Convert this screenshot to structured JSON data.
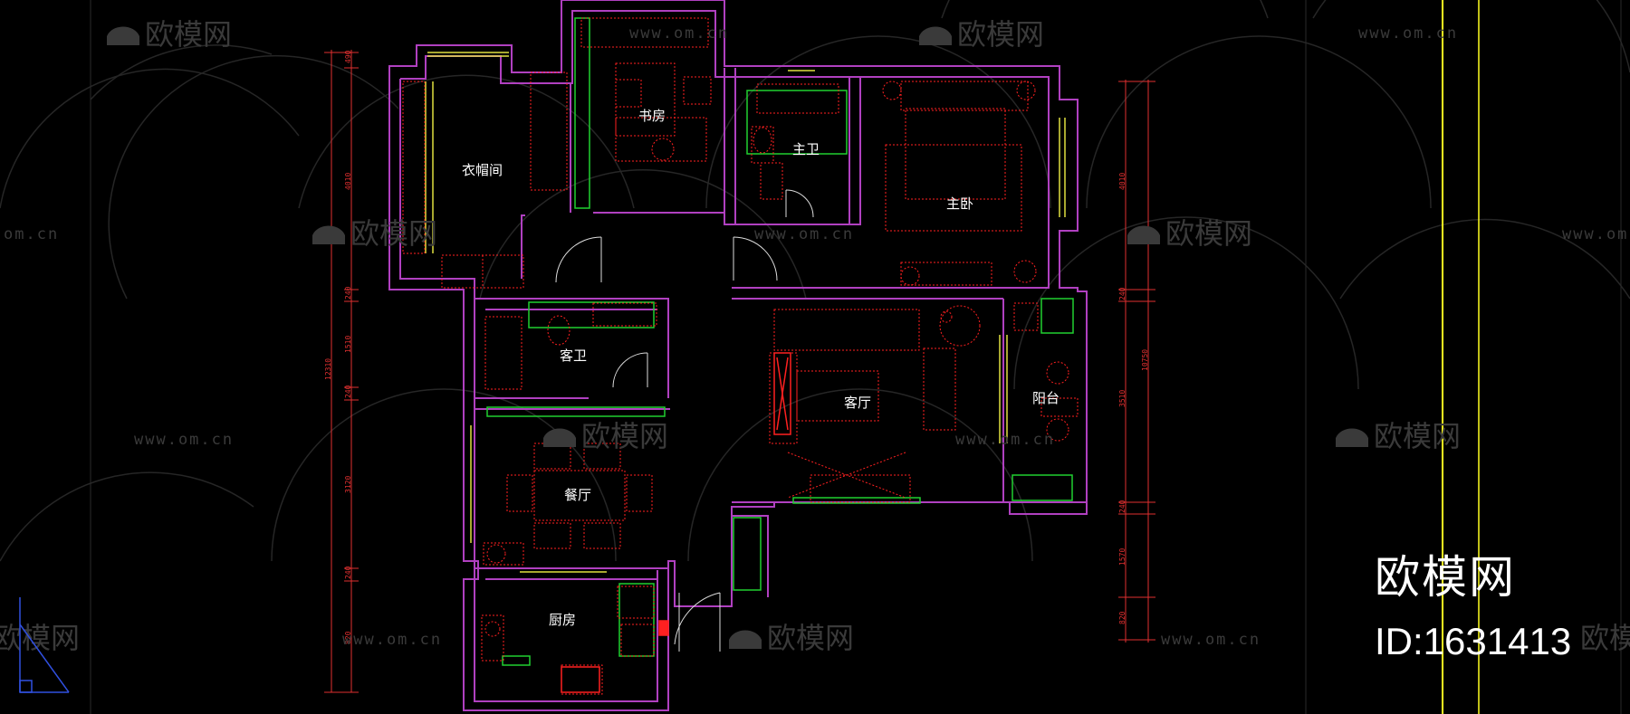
{
  "plan": {
    "rooms": [
      {
        "id": "cloakroom",
        "label": "衣帽间"
      },
      {
        "id": "study",
        "label": "书房"
      },
      {
        "id": "master_bath",
        "label": "主卫"
      },
      {
        "id": "master_bedroom",
        "label": "主卧"
      },
      {
        "id": "guest_bath",
        "label": "客卫"
      },
      {
        "id": "living_room",
        "label": "客厅"
      },
      {
        "id": "balcony",
        "label": "阳台"
      },
      {
        "id": "dining_room",
        "label": "餐厅"
      },
      {
        "id": "kitchen",
        "label": "厨房"
      }
    ],
    "dimensions_left": {
      "segments": [
        "490",
        "4010",
        "240",
        "1510",
        "240",
        "3120",
        "240",
        "820"
      ],
      "total": "12310"
    },
    "dimensions_right": {
      "segments": [
        "4010",
        "240",
        "3510",
        "240",
        "1570",
        "820"
      ],
      "total": "10750"
    }
  },
  "watermark": {
    "text": "欧模网",
    "url": "www.om.cn",
    "url_partial": "om.cn"
  },
  "brand": {
    "name": "欧模网",
    "id": "ID:1631413"
  },
  "colors": {
    "background": "#000000",
    "wall": "#b040c0",
    "furniture": "#ff2020",
    "cabinet": "#20d030",
    "dimension": "#e03030",
    "guide_line": "#ffff20",
    "watermark": "#3a3a3a",
    "window": "#e0e040"
  }
}
